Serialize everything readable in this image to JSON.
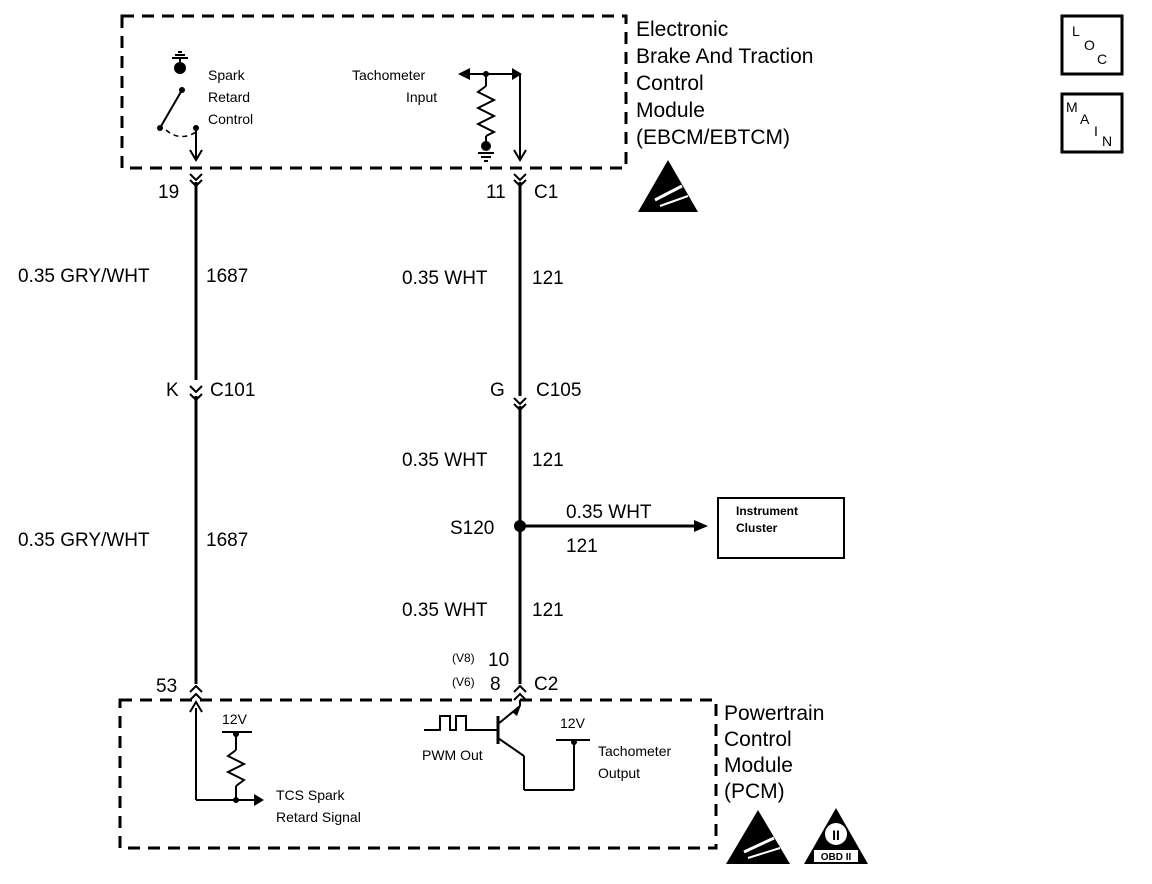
{
  "ebcm": {
    "name_lines": [
      "Electronic",
      "Brake And Traction",
      "Control",
      "Module",
      "(EBCM/EBTCM)"
    ],
    "spark_label": [
      "Spark",
      "Retard",
      "Control"
    ],
    "tach_label": [
      "Tachometer",
      "Input"
    ]
  },
  "pcm": {
    "name_lines": [
      "Powertrain",
      "Control",
      "Module",
      "(PCM)"
    ],
    "voltage_left": "12V",
    "voltage_right": "12V",
    "tcs_label": [
      "TCS Spark",
      "Retard Signal"
    ],
    "pwm_label": "PWM Out",
    "tach_out_label": [
      "Tachometer",
      "Output"
    ]
  },
  "left_circuit": {
    "pin_top": "19",
    "pin_bottom": "53",
    "wire_upper": {
      "spec": "0.35 GRY/WHT",
      "circuit": "1687"
    },
    "connector": {
      "pin": "K",
      "name": "C101"
    },
    "wire_lower": {
      "spec": "0.35 GRY/WHT",
      "circuit": "1687"
    }
  },
  "right_circuit": {
    "pin_top": "11",
    "connector_top": "C1",
    "wire_1": {
      "spec": "0.35 WHT",
      "circuit": "121"
    },
    "connector_mid": {
      "pin": "G",
      "name": "C105"
    },
    "wire_2": {
      "spec": "0.35 WHT",
      "circuit": "121"
    },
    "splice": "S120",
    "branch_wire": {
      "spec": "0.35 WHT",
      "circuit": "121"
    },
    "wire_3": {
      "spec": "0.35 WHT",
      "circuit": "121"
    },
    "pin_v8": {
      "variant": "(V8)",
      "pin": "10"
    },
    "pin_v6": {
      "variant": "(V6)",
      "pin": "8"
    },
    "connector_bottom": "C2"
  },
  "instrument_cluster": [
    "Instrument",
    "Cluster"
  ],
  "badges": {
    "loc": {
      "l": "L",
      "o": "O",
      "c": "C"
    },
    "main": {
      "m": "M",
      "a": "A",
      "i": "I",
      "n": "N"
    },
    "obd": "OBD II",
    "obd_mark": "II"
  }
}
